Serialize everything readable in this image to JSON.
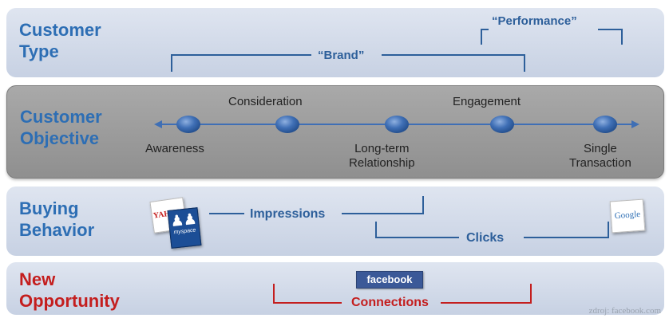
{
  "rows": {
    "customer_type": {
      "title": "Customer\nType",
      "performance_label": "“Performance”",
      "brand_label": "“Brand”"
    },
    "customer_objective": {
      "title": "Customer\nObjective",
      "stages_upper": [
        "Consideration",
        "Engagement"
      ],
      "stages_lower": [
        "Awareness",
        "Long-term\nRelationship",
        "Single\nTransaction"
      ]
    },
    "buying_behavior": {
      "title": "Buying\nBehavior",
      "impressions_label": "Impressions",
      "clicks_label": "Clicks",
      "logos": [
        "YAHOO!",
        "myspace",
        "Google"
      ]
    },
    "new_opportunity": {
      "title": "New\nOpportunity",
      "connections_label": "Connections",
      "logo": "facebook"
    }
  },
  "source": "zdroj: facebook.com",
  "colors": {
    "title_blue": "#2d6eb4",
    "title_red": "#c41e1e",
    "bracket_blue": "#2d5f9a",
    "bracket_red": "#c41e1e",
    "node_blue": "#3f6fb5"
  }
}
